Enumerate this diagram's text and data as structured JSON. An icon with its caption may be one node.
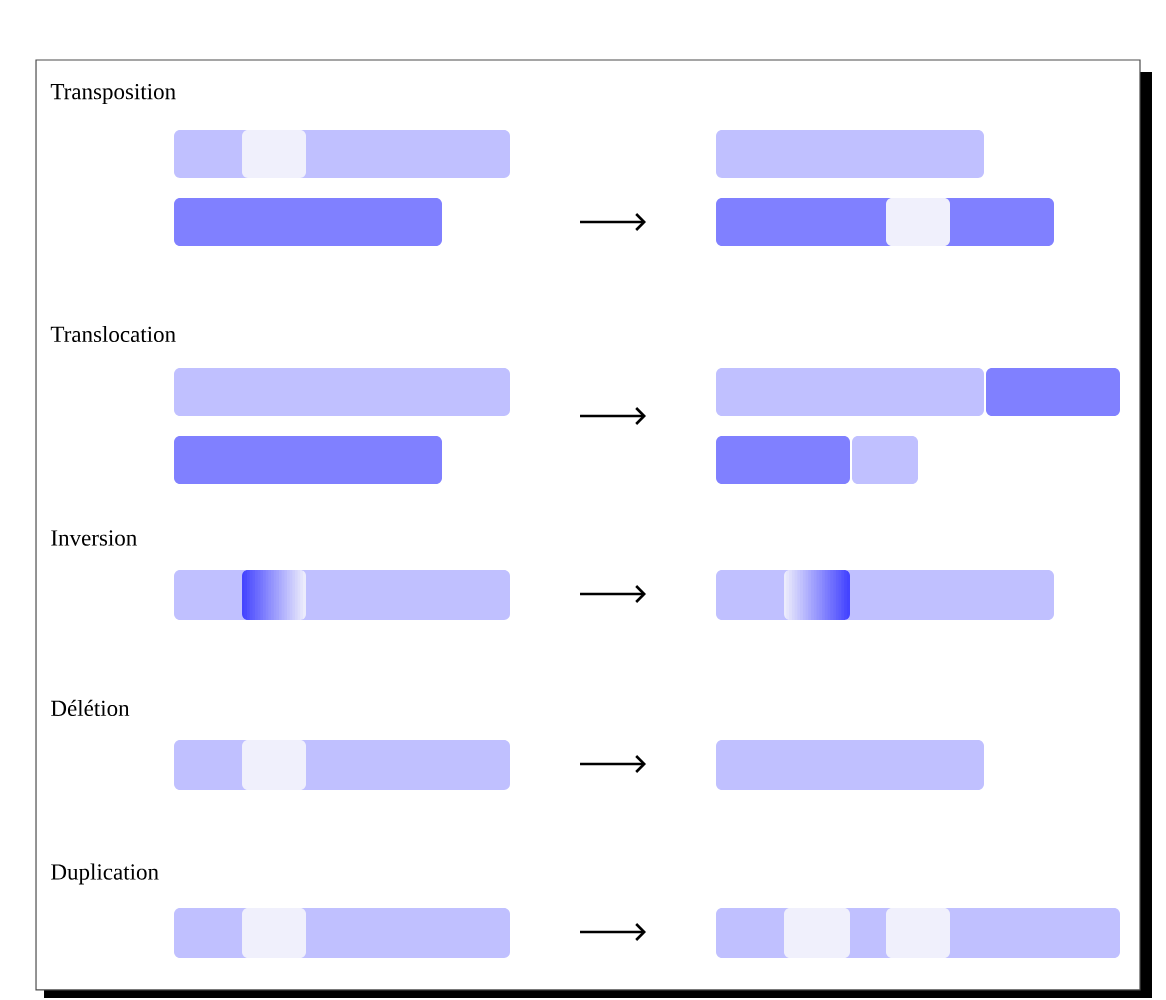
{
  "diagram": {
    "labels": [
      "Transposition",
      "Translocation",
      "Inversion",
      "Délétion",
      "Duplication"
    ]
  }
}
